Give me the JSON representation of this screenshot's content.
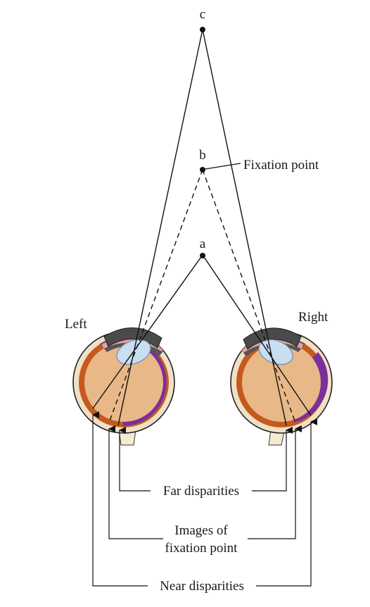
{
  "points": {
    "c": "c",
    "b": "b",
    "a": "a"
  },
  "labels": {
    "fixation_point": "Fixation point",
    "left_eye": "Left",
    "right_eye": "Right",
    "far_disparities": "Far disparities",
    "images_of_fixation_line1": "Images of",
    "images_of_fixation_line2": "fixation point",
    "near_disparities": "Near disparities"
  },
  "colors": {
    "sclera": "#e8d3b0",
    "choroid": "#c65a1e",
    "retina_purple": "#7b2f9c",
    "vitreous": "#e8b888",
    "lens": "#c9def0",
    "cornea_dark": "#555555",
    "iris_pink": "#e9a0a0",
    "optic_nerve": "#f4ead2"
  }
}
